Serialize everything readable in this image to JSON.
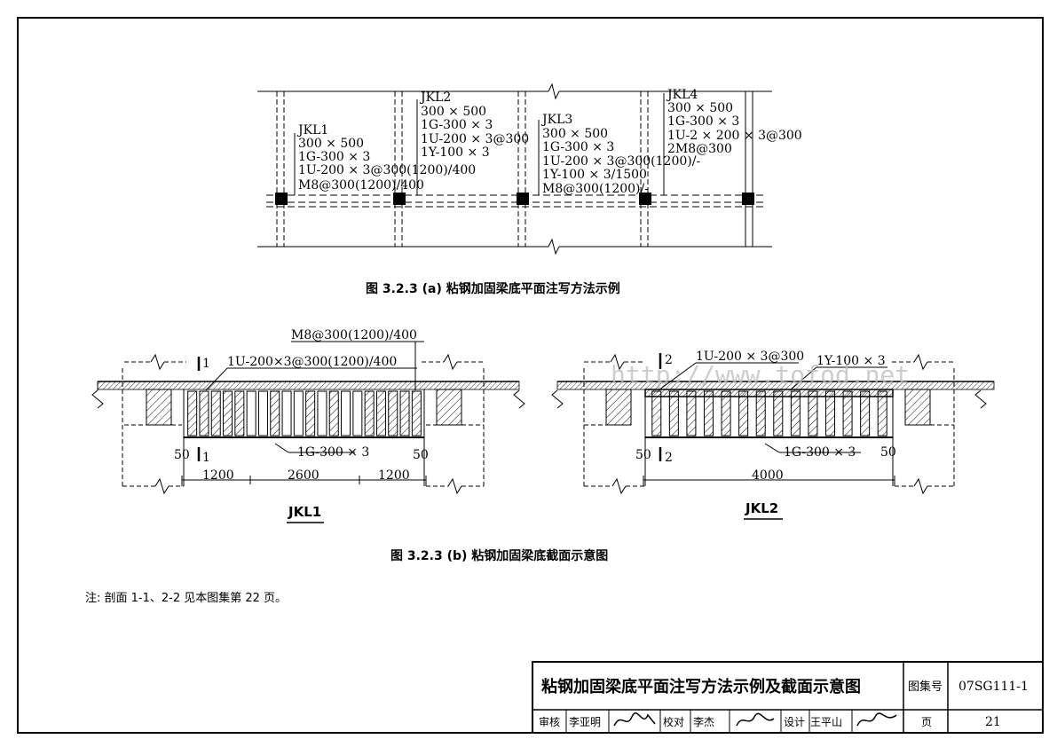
{
  "plan": {
    "beams": [
      {
        "name": "JKL1",
        "lines": [
          "JKL1",
          "300 × 500",
          "1G-300 × 3",
          "1U-200 × 3@300(1200)/400",
          "M8@300(1200)/400"
        ]
      },
      {
        "name": "JKL2",
        "lines": [
          "JKL2",
          "300 × 500",
          "1G-300 × 3",
          "1U-200 × 3@300",
          "1Y-100 × 3"
        ]
      },
      {
        "name": "JKL3",
        "lines": [
          "JKL3",
          "300 × 500",
          "1G-300 × 3",
          "1U-200 × 3@300(1200)/-",
          "1Y-100 × 3/1500",
          "M8@300(1200)/-"
        ]
      },
      {
        "name": "JKL4",
        "lines": [
          "JKL4",
          "300 × 500",
          "1G-300 × 3",
          "1U-2 × 200 × 3@300",
          "2M8@300"
        ]
      }
    ],
    "caption": "图 3.2.3 (a) 粘钢加固梁底平面注写方法示例"
  },
  "section1": {
    "top_label": "M8@300(1200)/400",
    "u_label": "1U-200×3@300(1200)/400",
    "g_label": "1G-300 × 3",
    "cut_top": "1",
    "cut_bottom": "1",
    "edge_left": "50",
    "edge_right": "50",
    "dims": [
      "1200",
      "2600",
      "1200"
    ],
    "title": "JKL1"
  },
  "section2": {
    "u_label": "1U-200 × 3@300",
    "y_label": "1Y-100 × 3",
    "g_label": "1G-300 × 3",
    "cut_top": "2",
    "cut_bottom": "2",
    "edge_left": "50",
    "edge_right": "50",
    "dims": [
      "4000"
    ],
    "title": "JKL2"
  },
  "caption_b": "图 3.2.3 (b) 粘钢加固梁底截面示意图",
  "watermark": "http://www.tofod.net",
  "note": "注: 剖面 1-1、2-2 见本图集第 22 页。",
  "title_block": {
    "title": "粘钢加固梁底平面注写方法示例及截面示意图",
    "atlas_label": "图集号",
    "atlas_no": "07SG111-1",
    "review_label": "审核",
    "reviewer": "李亚明",
    "check_label": "校对",
    "checker": "李杰",
    "design_label": "设计",
    "designer": "王平山",
    "page_label": "页",
    "page_no": "21"
  }
}
